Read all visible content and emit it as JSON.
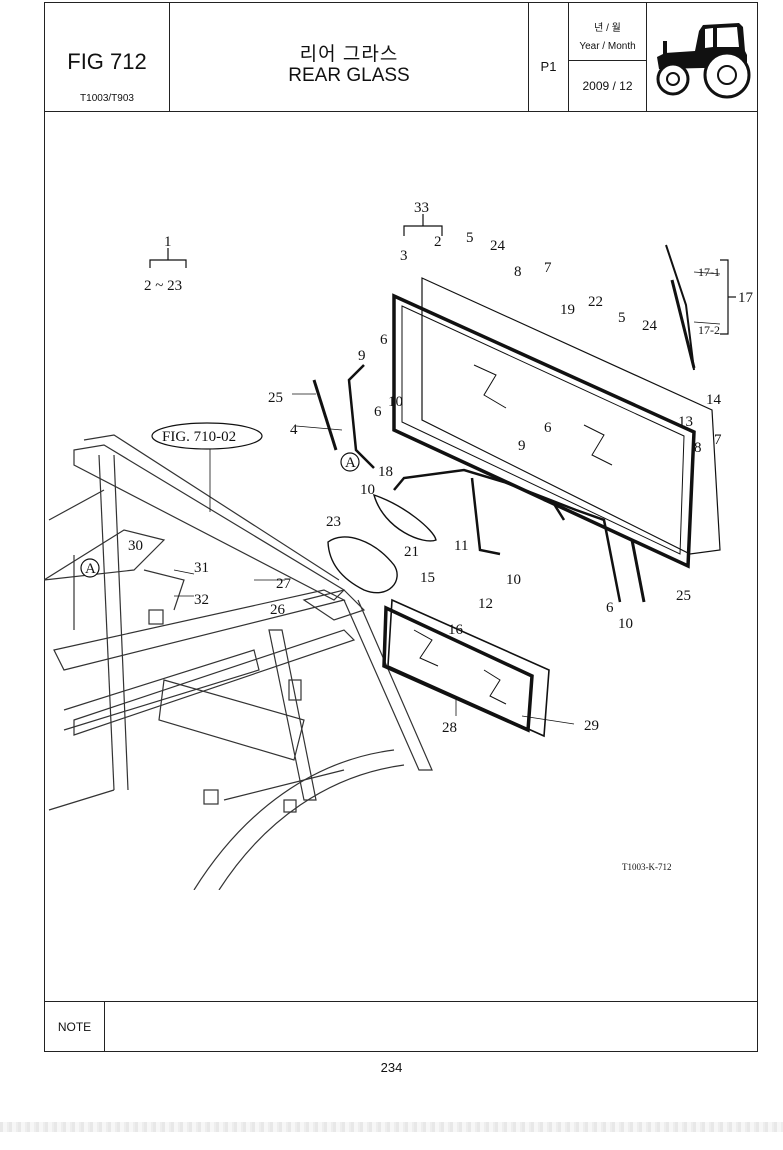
{
  "header": {
    "fig_number": "FIG 712",
    "models": "T1003/T903",
    "title_kr": "리어 그라스",
    "title_en": "REAR GLASS",
    "page_code": "P1",
    "year_month_kr": "년 / 월",
    "year_month_en": "Year / Month",
    "date": "2009 / 12",
    "tractor_icon": "tractor-icon"
  },
  "diagram": {
    "ref_figure": "FIG. 710-02",
    "drawing_code": "T1003-K-712",
    "group_assembly": "1",
    "group_range": "2 ~ 23",
    "group_glass": "33",
    "group_wiper": "17",
    "detail_marker": "A",
    "labels": {
      "p2": "2",
      "p3": "3",
      "p4": "4",
      "p5a": "5",
      "p5b": "5",
      "p6a": "6",
      "p6b": "6",
      "p6c": "6",
      "p6d": "6",
      "p7a": "7",
      "p7b": "7",
      "p8a": "8",
      "p8b": "8",
      "p9a": "9",
      "p9b": "9",
      "p10a": "10",
      "p10b": "10",
      "p10c": "10",
      "p10d": "10",
      "p11": "11",
      "p12": "12",
      "p13": "13",
      "p14": "14",
      "p15": "15",
      "p16": "16",
      "p17_1": "17-1",
      "p17_2": "17-2",
      "p18": "18",
      "p19": "19",
      "p21": "21",
      "p22": "22",
      "p23": "23",
      "p24a": "24",
      "p24b": "24",
      "p25a": "25",
      "p25b": "25",
      "p26": "26",
      "p27": "27",
      "p28": "28",
      "p29": "29",
      "p30": "30",
      "p31": "31",
      "p32": "32"
    }
  },
  "note": {
    "label": "NOTE"
  },
  "page_number": "234"
}
